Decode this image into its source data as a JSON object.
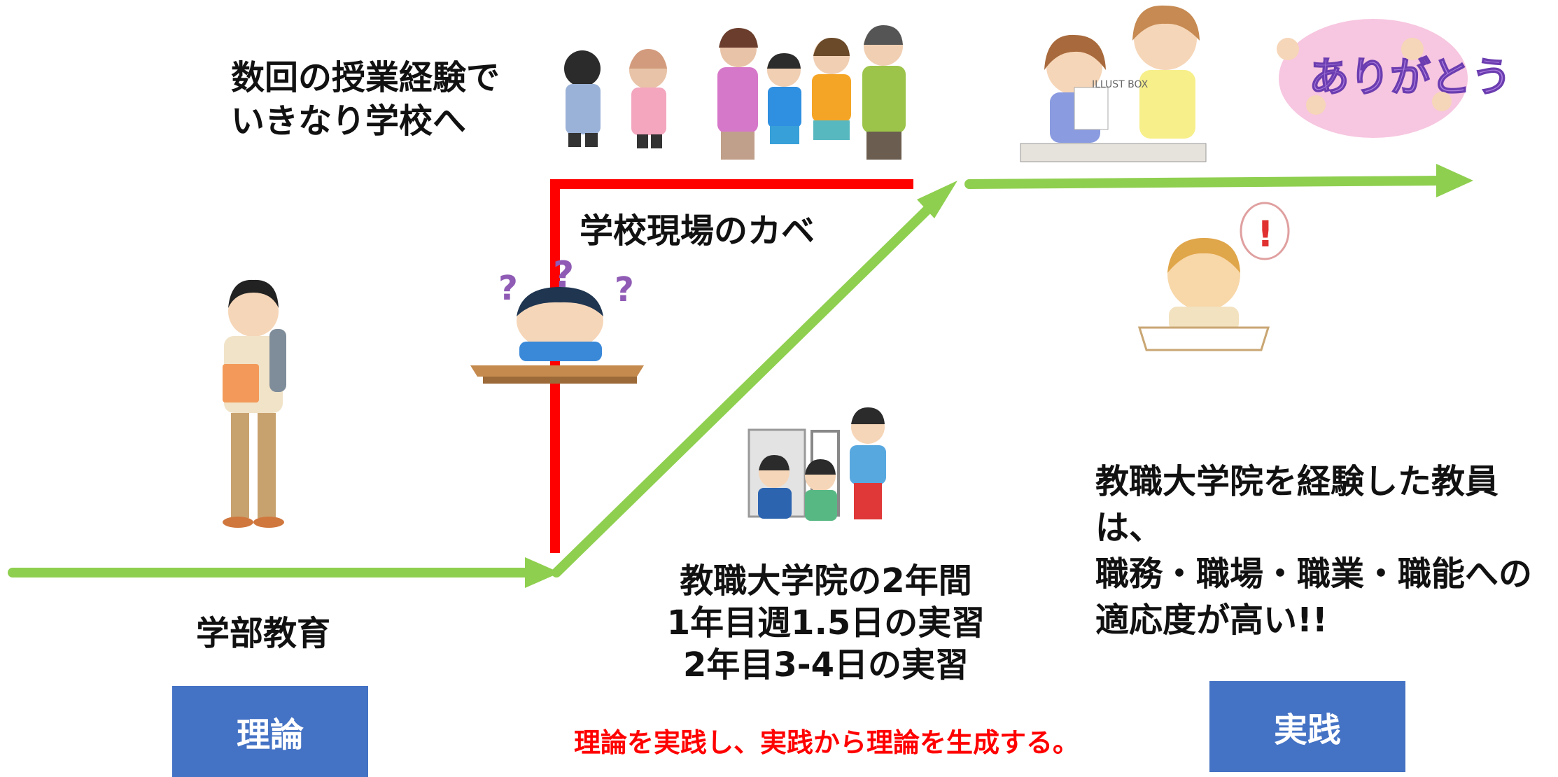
{
  "texts": {
    "student_first_school": "数回の授業経験で\nいきなり学校へ",
    "school_wall": "学校現場のカベ",
    "undergrad": "学部教育",
    "grad_program": "教職大学院の2年間\n1年目週1.5日の実習\n2年目3-4日の実習",
    "result": "教職大学院を経験した教員は、\n職務・職場・職業・職能への\n適応度が高い!!",
    "slogan": "理論を実践し、実践から理論を生成する。"
  },
  "boxes": {
    "theory": "理論",
    "practice": "実践"
  },
  "illustration_text": {
    "illust_box": "ILLUST BOX",
    "arigatou": "ありがとう"
  },
  "colors": {
    "arrow": "#8fcf4f",
    "wall": "#ff0000",
    "box": "#4472c4",
    "slogan": "#ff0000"
  }
}
